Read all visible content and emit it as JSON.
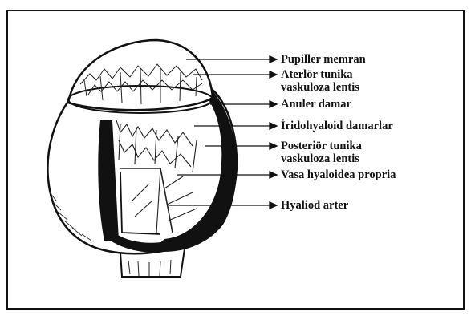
{
  "diagram": {
    "labels": [
      {
        "id": "pupiller-memran",
        "lines": [
          "Pupiller memran"
        ]
      },
      {
        "id": "anterior-tunika",
        "lines": [
          "Aterlör tunika",
          "vaskuloza lentis"
        ]
      },
      {
        "id": "anuler-damar",
        "lines": [
          "Anuler damar"
        ]
      },
      {
        "id": "iridohyaloid-damarlar",
        "lines": [
          "İridohyaloid damarlar"
        ]
      },
      {
        "id": "posterior-tunika",
        "lines": [
          "Posteriör tunika",
          "vaskuloza lentis"
        ]
      },
      {
        "id": "vasa-hyaloidea-propria",
        "lines": [
          "Vasa hyaloidea propria"
        ]
      },
      {
        "id": "hyaliod-arter",
        "lines": [
          "Hyaliod arter"
        ]
      }
    ]
  }
}
